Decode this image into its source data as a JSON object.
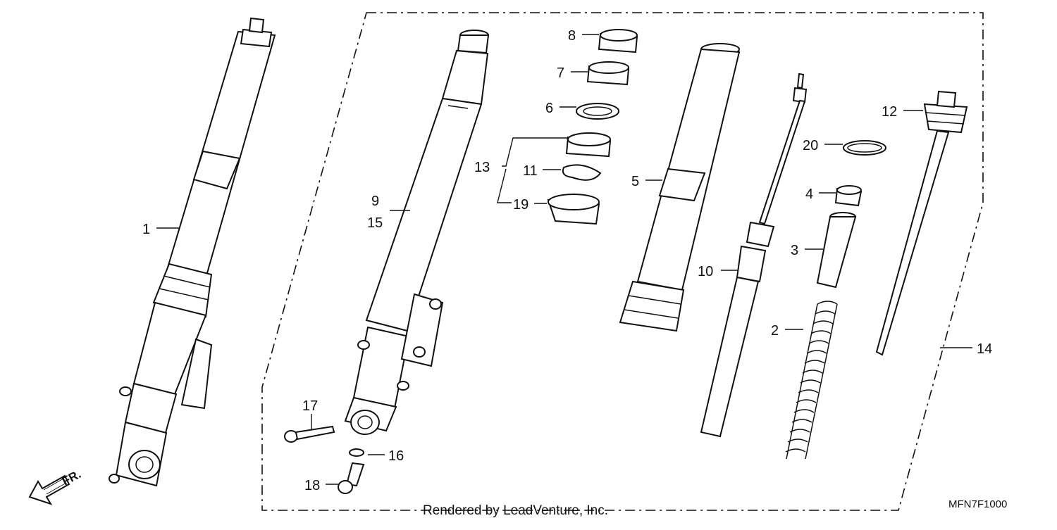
{
  "labels": {
    "p1": "1",
    "p2": "2",
    "p3": "3",
    "p4": "4",
    "p5": "5",
    "p6": "6",
    "p7": "7",
    "p8": "8",
    "p9": "9",
    "p10": "10",
    "p11": "11",
    "p12": "12",
    "p13": "13",
    "p14": "14",
    "p15": "15",
    "p16": "16",
    "p17": "17",
    "p18": "18",
    "p19": "19",
    "p20": "20"
  },
  "direction": {
    "text": "FR.",
    "icon": "arrow-down-left-icon"
  },
  "footer": {
    "credit": "Rendered by LeadVenture, Inc.",
    "diagram_code": "MFN7F1000"
  },
  "colors": {
    "line": "#111111",
    "background": "#ffffff"
  }
}
